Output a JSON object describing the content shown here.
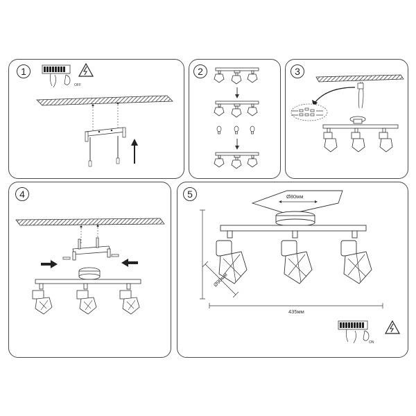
{
  "steps": [
    {
      "number": "1",
      "power_label": "OFF"
    },
    {
      "number": "2"
    },
    {
      "number": "3"
    },
    {
      "number": "4"
    },
    {
      "number": "5",
      "base_diameter": "Ø80мм",
      "shade_diameter": "Ø90мм",
      "total_width": "435мм",
      "power_label": "ON"
    }
  ],
  "icons": {
    "warning": "high-voltage-warning-icon",
    "breaker": "circuit-breaker-icon",
    "hand": "hand-icon"
  },
  "colors": {
    "line": "#333333",
    "hatch": "#555555",
    "panel_border": "#4a4a4a"
  }
}
